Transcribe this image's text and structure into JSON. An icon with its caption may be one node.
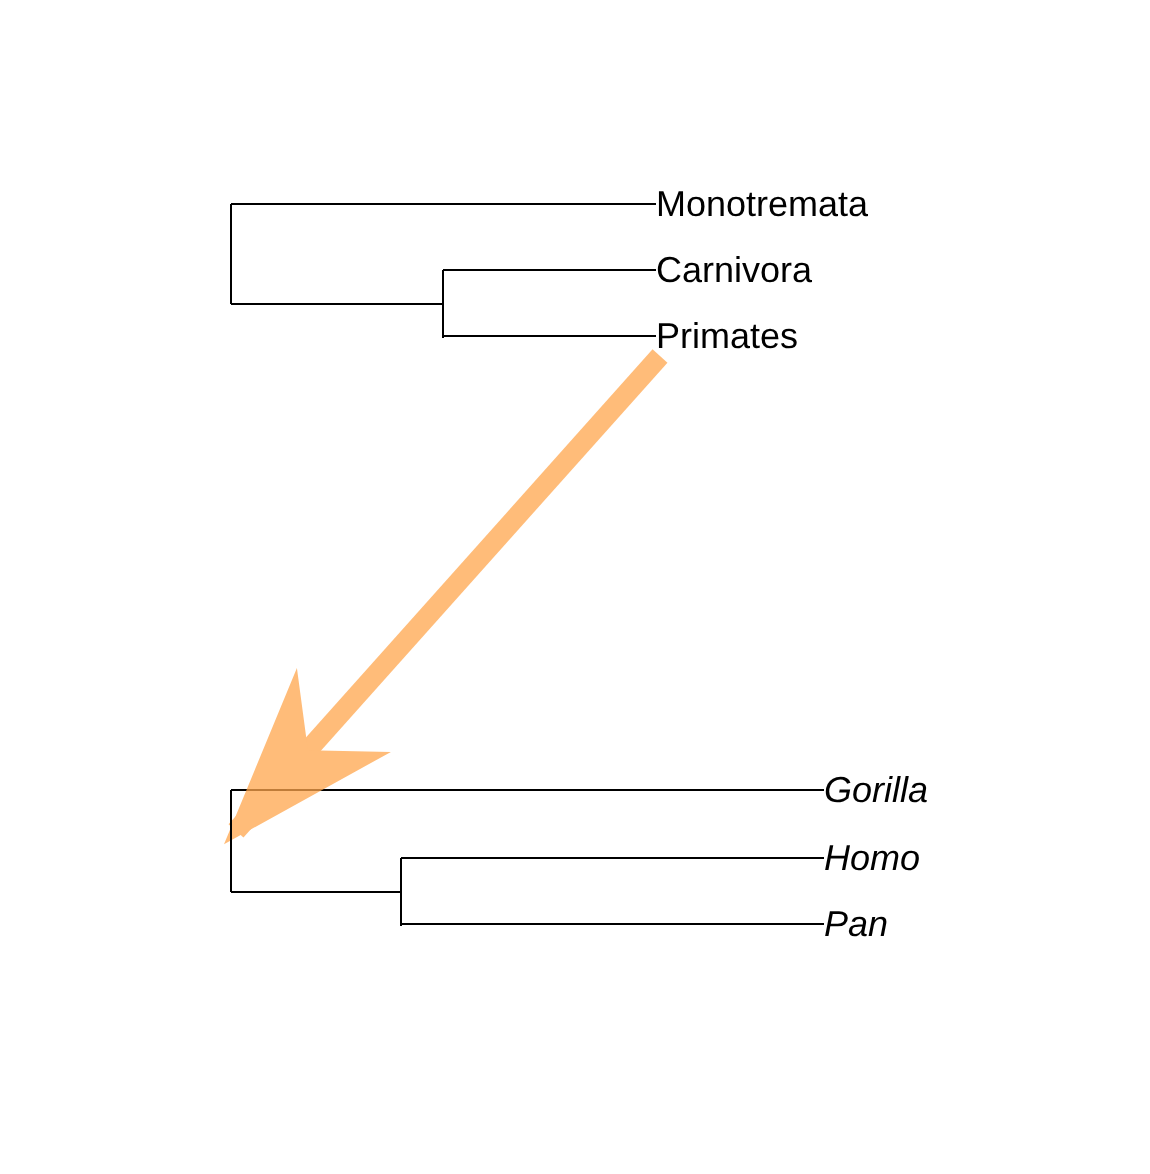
{
  "diagram": {
    "nodes": [
      {
        "text": [
          "Monotremata"
        ]
      },
      {
        "text": [
          "Carnivora"
        ]
      },
      {
        "text": [
          "Primates"
        ]
      },
      {
        "text": [
          "Gorilla"
        ]
      },
      {
        "text": [
          "Homo"
        ]
      },
      {
        "text": [
          "Pan"
        ]
      },
      {
        "text": [],
        "shape": "bar"
      },
      {
        "text": [],
        "shape": "bar"
      },
      {
        "text": [],
        "shape": "bar"
      },
      {
        "text": [],
        "shape": "bar"
      }
    ],
    "edges": [
      {
        "from": 6,
        "to": 0,
        "arrow": "none"
      },
      {
        "from": 6,
        "to": 7,
        "arrow": "none"
      },
      {
        "from": 7,
        "to": 1,
        "arrow": "none"
      },
      {
        "from": 7,
        "to": 2,
        "arrow": "none"
      },
      {
        "from": 8,
        "to": 3,
        "arrow": "none"
      },
      {
        "from": 8,
        "to": 9,
        "arrow": "none"
      },
      {
        "from": 9,
        "to": 4,
        "arrow": "none"
      },
      {
        "from": 9,
        "to": 5,
        "arrow": "none"
      },
      {
        "from": 2,
        "to": 8,
        "arrow": "to",
        "style": "thick",
        "color": "#ffa64d"
      }
    ]
  }
}
